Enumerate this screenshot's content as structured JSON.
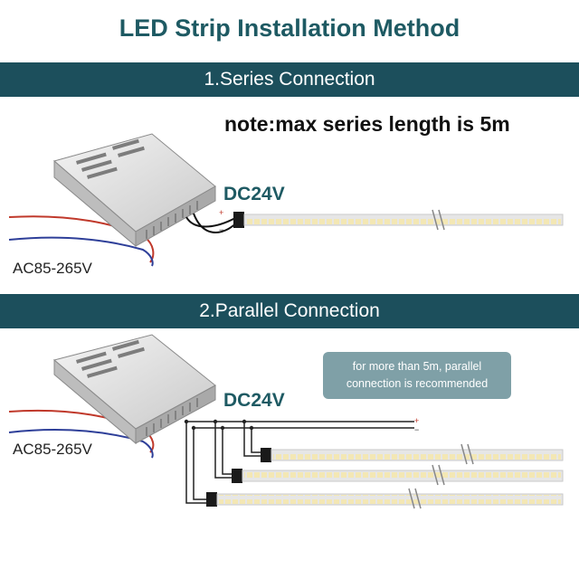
{
  "title": "LED Strip Installation Method",
  "section1": {
    "heading": "1.Series Connection",
    "note": "note:max series length is 5m",
    "voltage_out": "DC24V",
    "voltage_in": "AC85-265V"
  },
  "section2": {
    "heading": "2.Parallel Connection",
    "callout_line1": "for more than 5m, parallel",
    "callout_line2": "connection is recommended",
    "voltage_out": "DC24V",
    "voltage_in": "AC85-265V"
  },
  "colors": {
    "banner": "#1c4f5c",
    "title": "#1e5a63",
    "callout": "#7fa0a7",
    "strip_led": "#f3e7b4",
    "wire_red": "#c0392b",
    "wire_blue": "#2e3f99"
  }
}
